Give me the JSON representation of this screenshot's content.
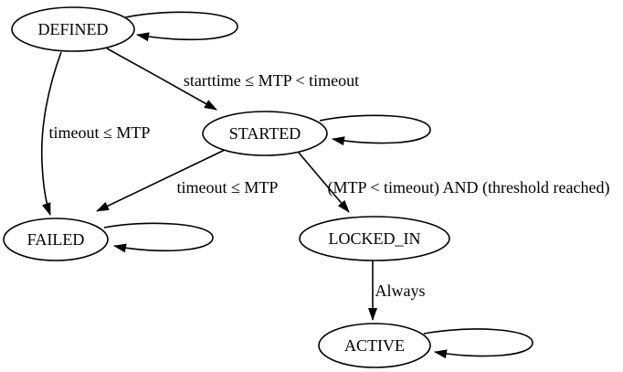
{
  "diagram": {
    "type": "state-machine",
    "colors": {
      "background": "#ffffff",
      "stroke": "#000000",
      "text": "#000000"
    },
    "nodes": [
      {
        "id": "DEFINED",
        "label": "DEFINED",
        "shape": "ellipse",
        "self_loop": true
      },
      {
        "id": "STARTED",
        "label": "STARTED",
        "shape": "ellipse",
        "self_loop": true
      },
      {
        "id": "FAILED",
        "label": "FAILED",
        "shape": "ellipse",
        "self_loop": true
      },
      {
        "id": "LOCKED_IN",
        "label": "LOCKED_IN",
        "shape": "ellipse",
        "self_loop": false
      },
      {
        "id": "ACTIVE",
        "label": "ACTIVE",
        "shape": "ellipse",
        "self_loop": true
      }
    ],
    "edges": [
      {
        "from": "DEFINED",
        "to": "STARTED",
        "label": "starttime ≤ MTP < timeout"
      },
      {
        "from": "DEFINED",
        "to": "FAILED",
        "label": "timeout ≤ MTP"
      },
      {
        "from": "STARTED",
        "to": "FAILED",
        "label": "timeout ≤ MTP"
      },
      {
        "from": "STARTED",
        "to": "LOCKED_IN",
        "label": "(MTP < timeout) AND (threshold reached)"
      },
      {
        "from": "LOCKED_IN",
        "to": "ACTIVE",
        "label": "Always"
      },
      {
        "from": "DEFINED",
        "to": "DEFINED",
        "label": ""
      },
      {
        "from": "STARTED",
        "to": "STARTED",
        "label": ""
      },
      {
        "from": "FAILED",
        "to": "FAILED",
        "label": ""
      },
      {
        "from": "ACTIVE",
        "to": "ACTIVE",
        "label": ""
      }
    ]
  }
}
